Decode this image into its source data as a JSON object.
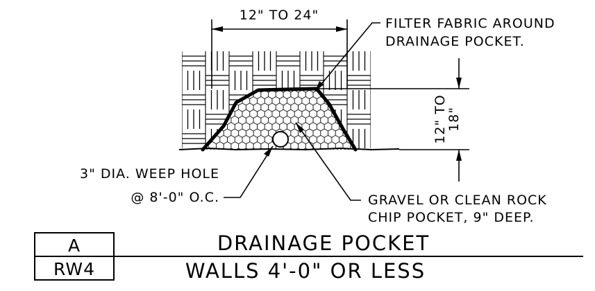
{
  "dimensions": {
    "width_label": "12\" TO 24\"",
    "height_label_line1": "12\" TO",
    "height_label_line2": "18\""
  },
  "callouts": {
    "filter_fabric_line1": "FILTER FABRIC AROUND",
    "filter_fabric_line2": "DRAINAGE POCKET.",
    "weep_hole_line1": "3\" DIA. WEEP HOLE",
    "weep_hole_line2": "@ 8'-0\" O.C.",
    "gravel_line1": "GRAVEL OR CLEAN ROCK",
    "gravel_line2": "CHIP POCKET, 9\" DEEP."
  },
  "title_block": {
    "detail_id": "A",
    "sheet_id": "RW4",
    "title": "DRAINAGE POCKET",
    "subtitle": "WALLS 4'-0\" OR LESS"
  }
}
